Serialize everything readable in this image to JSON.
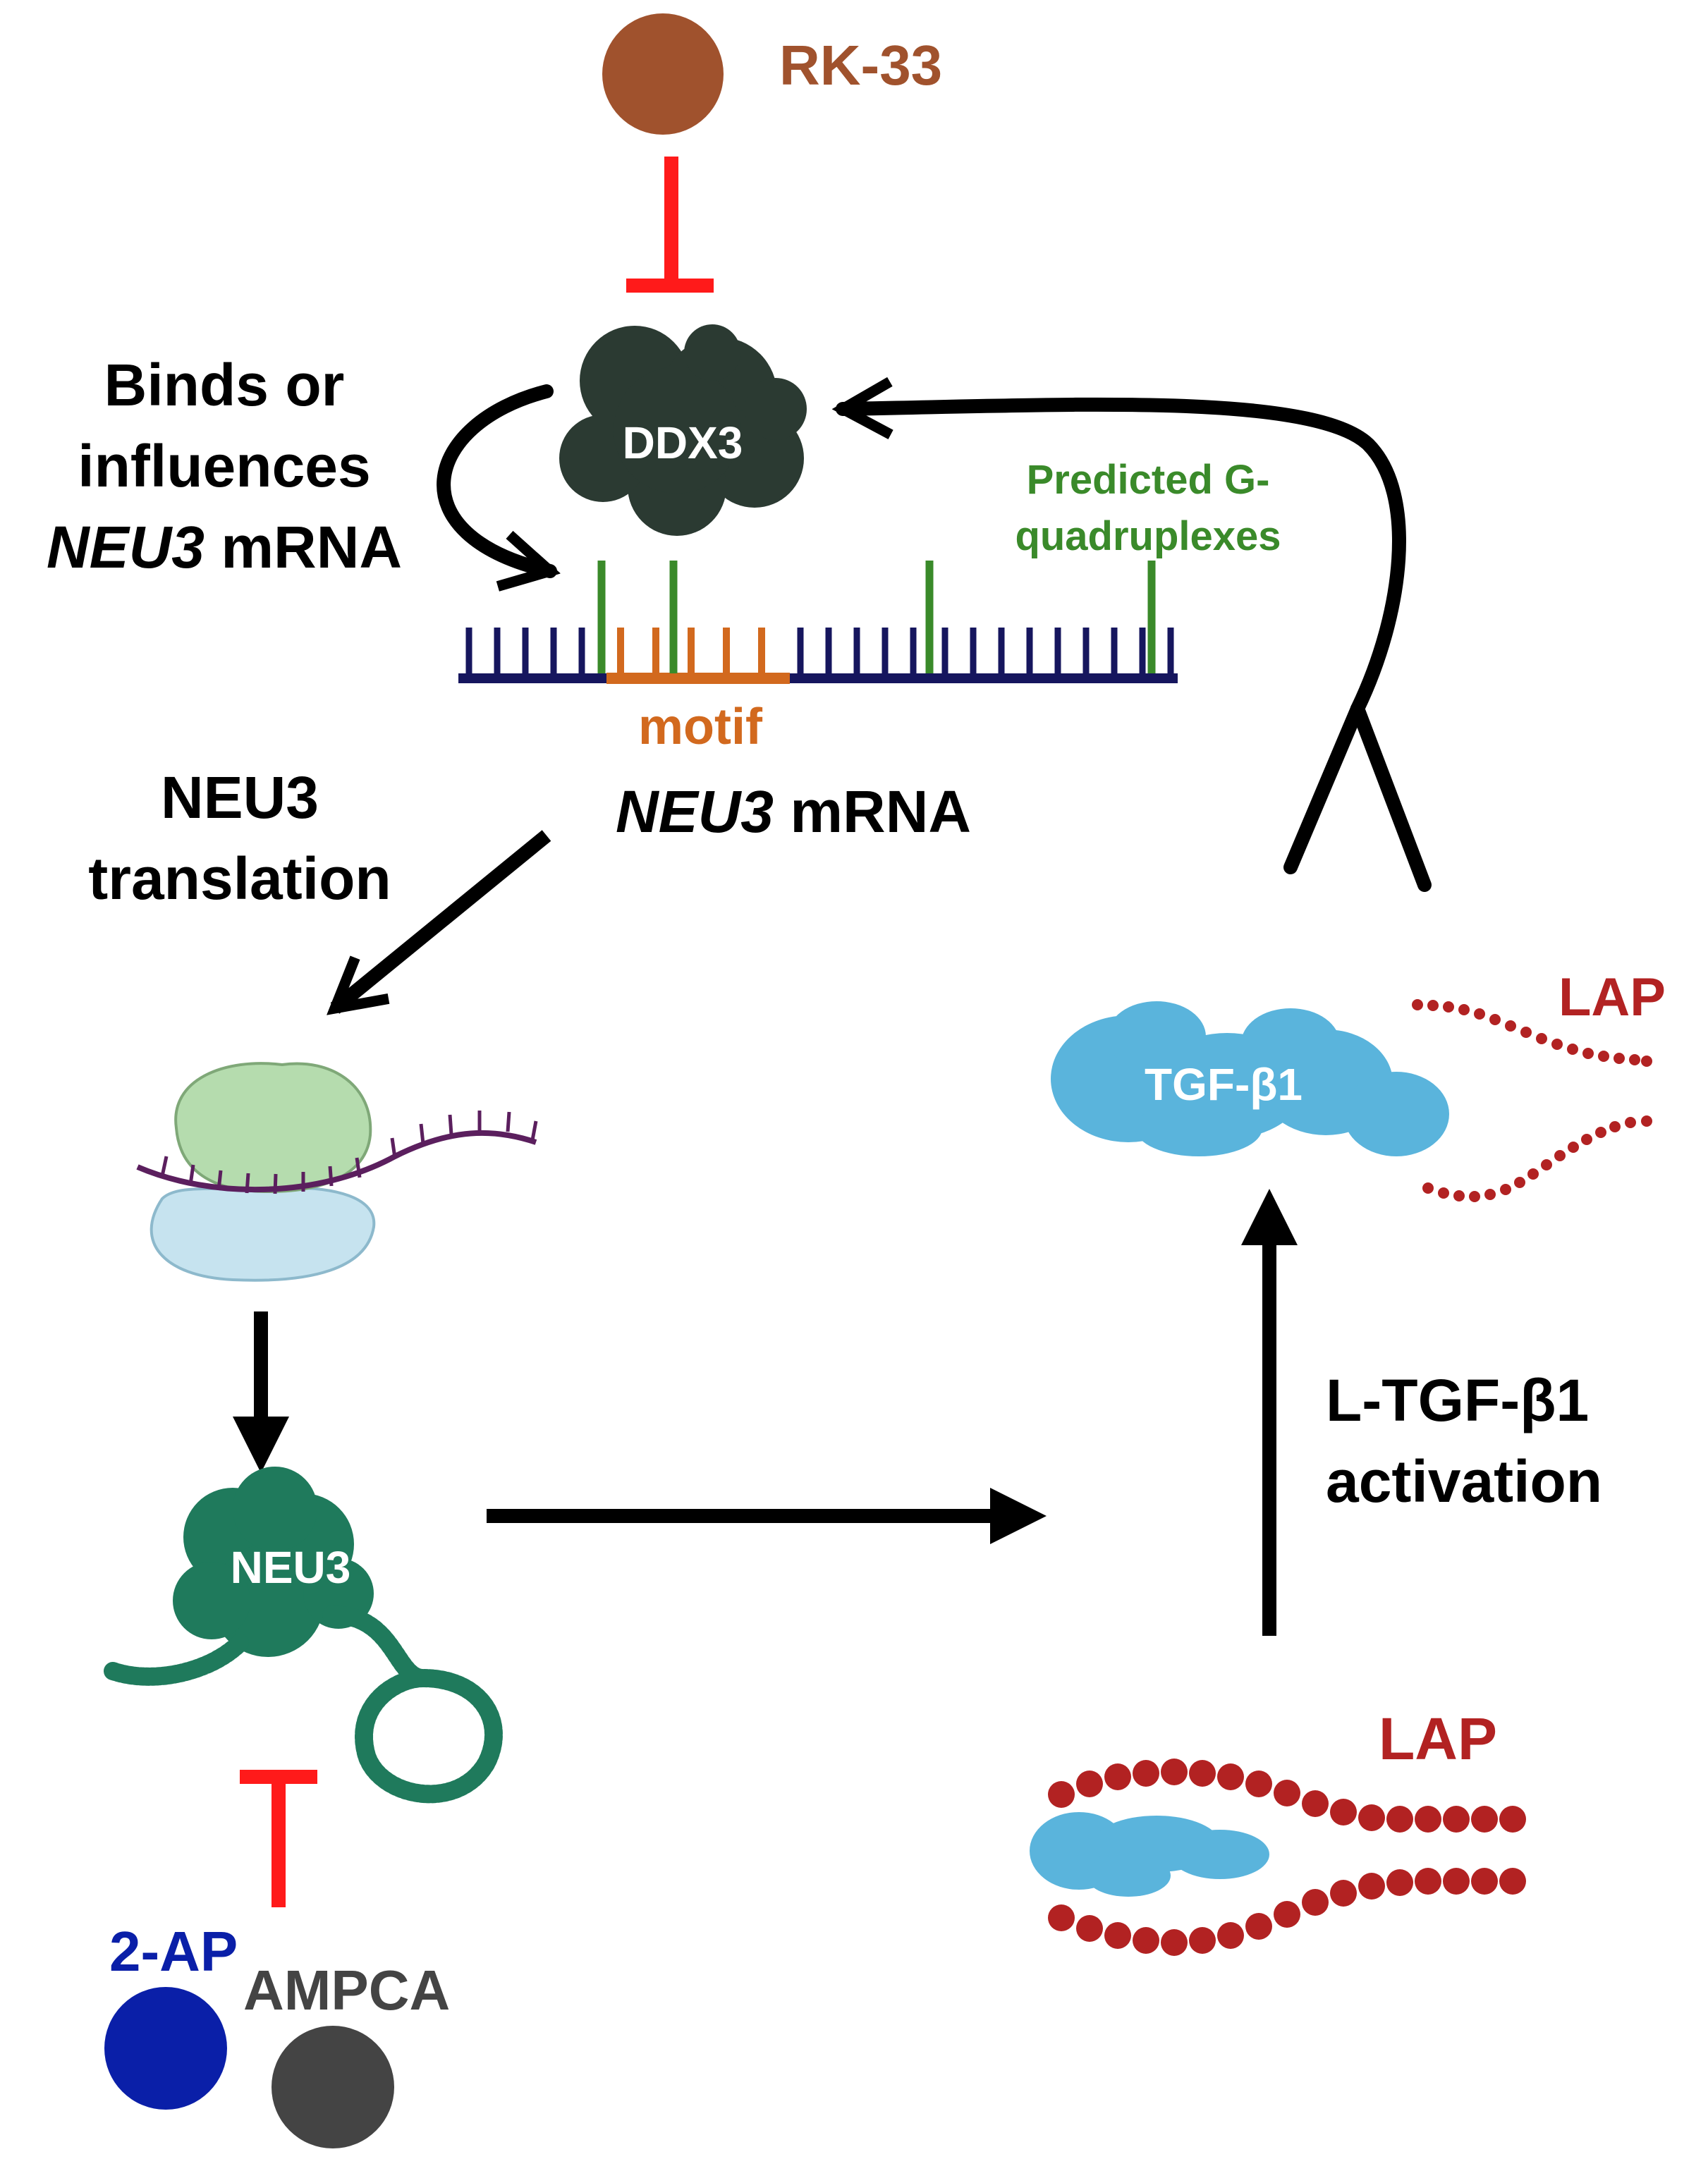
{
  "labels": {
    "rk33": "RK-33",
    "ddx3": "DDX3",
    "binds_line1": "Binds or",
    "binds_line2": "influences",
    "binds_line3_ital": "NEU3",
    "binds_line3_rest": " mRNA",
    "g4_line1": "Predicted G-",
    "g4_line2": "quadruplexes",
    "motif": "motif",
    "mrna_ital": "NEU3",
    "mrna_rest": " mRNA",
    "translation_line1": "NEU3",
    "translation_line2": "translation",
    "neu3": "NEU3",
    "tgf_active": "TGF-β1",
    "lap_top": "LAP",
    "activation_line1": "L-TGF-β1",
    "activation_line2": "activation",
    "lap_bottom": "LAP",
    "inhibitor_2ap": "2-AP",
    "inhibitor_ampca": "AMPCA"
  },
  "colors": {
    "rk33": "#a0522d",
    "inhibition": "#ff1a1a",
    "ddx3": "#2b3a32",
    "mrna_backbone": "#16165e",
    "motif": "#d2691e",
    "g4": "#3a8a2a",
    "neu3": "#1f7a5c",
    "tgf": "#5ab4dc",
    "lap": "#b22222",
    "ribosome_large": "#b5dcae",
    "ribosome_small": "#c6e3ef",
    "ribosome_mrna": "#5b1f5e",
    "inhibitor_2ap": "#0a1fa8",
    "inhibitor_ampca": "#444444"
  }
}
